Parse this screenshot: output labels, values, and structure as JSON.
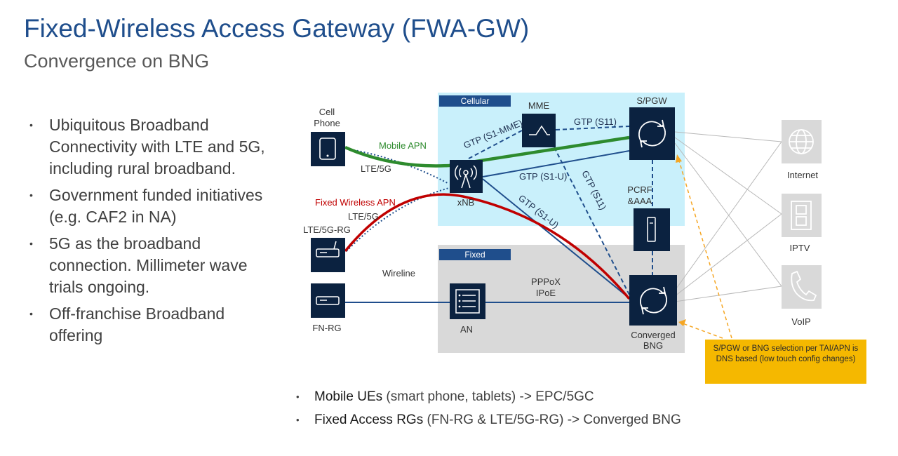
{
  "slide": {
    "title": "Fixed-Wireless Access Gateway (FWA-GW)",
    "subtitle": "Convergence on BNG"
  },
  "left_bullets": [
    "Ubiquitous Broadband Connectivity with LTE and 5G, including rural broadband.",
    "Government funded initiatives (e.g. CAF2 in NA)",
    "5G as the broadband connection. Millimeter wave trials ongoing.",
    "Off-franchise Broadband offering"
  ],
  "bottom_bullets": [
    {
      "bold": "Mobile UEs",
      "rest": " (smart phone, tablets) -> EPC/5GC"
    },
    {
      "bold": "Fixed Access RGs",
      "rest": " (FN-RG & LTE/5G-RG) -> Converged BNG"
    }
  ],
  "diagram": {
    "zones": {
      "cellular": "Cellular",
      "fixed": "Fixed"
    },
    "nodes": {
      "cell_phone": "Cell\nPhone",
      "lte_rg": "LTE/5G-RG",
      "fn_rg": "FN-RG",
      "xnb": "xNB",
      "mme": "MME",
      "spgw": "S/PGW",
      "pcrf": "PCRF\n&AAA",
      "an": "AN",
      "bng": "Converged\nBNG",
      "internet": "Internet",
      "iptv": "IPTV",
      "voip": "VoIP"
    },
    "links": {
      "mobile_apn": "Mobile APN",
      "lte_5g_top": "LTE/5G",
      "fixed_apn": "Fixed Wireless APN",
      "lte_5g_bottom": "LTE/5G",
      "wireline": "Wireline",
      "gtp_s1_mme": "GTP (S1-MME)",
      "gtp_s11_top": "GTP (S11)",
      "gtp_s1u_top": "GTP (S1-U)",
      "gtp_s1u_diag": "GTP (S1-U)",
      "gtp_s11_diag": "GTP (S11)",
      "pppox": "PPPoX",
      "ipoe": "IPoE"
    },
    "note": "S/PGW or BNG selection per TAI/APN is DNS based (low touch config changes)",
    "colors": {
      "zone_cellular": "#c9f0fb",
      "zone_fixed": "#d9d9d9",
      "node_dark": "#0b2240",
      "line_blue": "#1f4e8c",
      "mobile_apn": "#2e8b2e",
      "fixed_apn": "#c00000",
      "note_bg": "#f5b800"
    }
  }
}
